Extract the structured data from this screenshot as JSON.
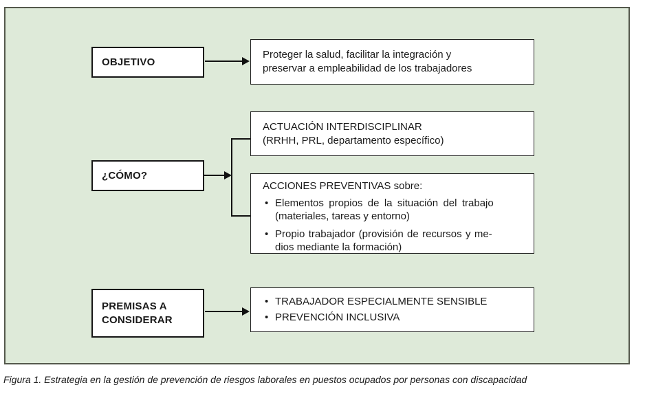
{
  "bullet_glyph": "•",
  "caption": "Figura 1. Estrategia en la gestión de prevención de riesgos laborales en puestos ocupados por personas con discapacidad",
  "objetivo": {
    "label": "OBJETIVO",
    "target_lines": [
      "Proteger la salud, facilitar la integración y",
      "preservar a empleabilidad de los trabajadores"
    ]
  },
  "como": {
    "label": "¿CÓMO?",
    "actuacion_lines": [
      "ACTUACIÓN INTERDISCIPLINAR",
      "(RRHH, PRL, departamento específico)"
    ],
    "acciones": {
      "header": "ACCIONES PREVENTIVAS sobre:",
      "bullets": [
        {
          "lines": [
            "Elementos propios de la situación del trabajo",
            "(materiales, tareas y entorno)"
          ]
        },
        {
          "lines": [
            "Propio trabajador (provisión de recursos y me-",
            "dios mediante la formación)"
          ]
        }
      ]
    }
  },
  "premisas": {
    "label_lines": [
      "PREMISAS A",
      "CONSIDERAR"
    ],
    "bullets": [
      "TRABAJADOR ESPECIALMENTE SENSIBLE",
      "PREVENCIÓN INCLUSIVA"
    ]
  },
  "colors": {
    "panel_bg": "#deead9",
    "panel_border": "#54584c",
    "box_border": "#151515",
    "line": "#111111"
  }
}
